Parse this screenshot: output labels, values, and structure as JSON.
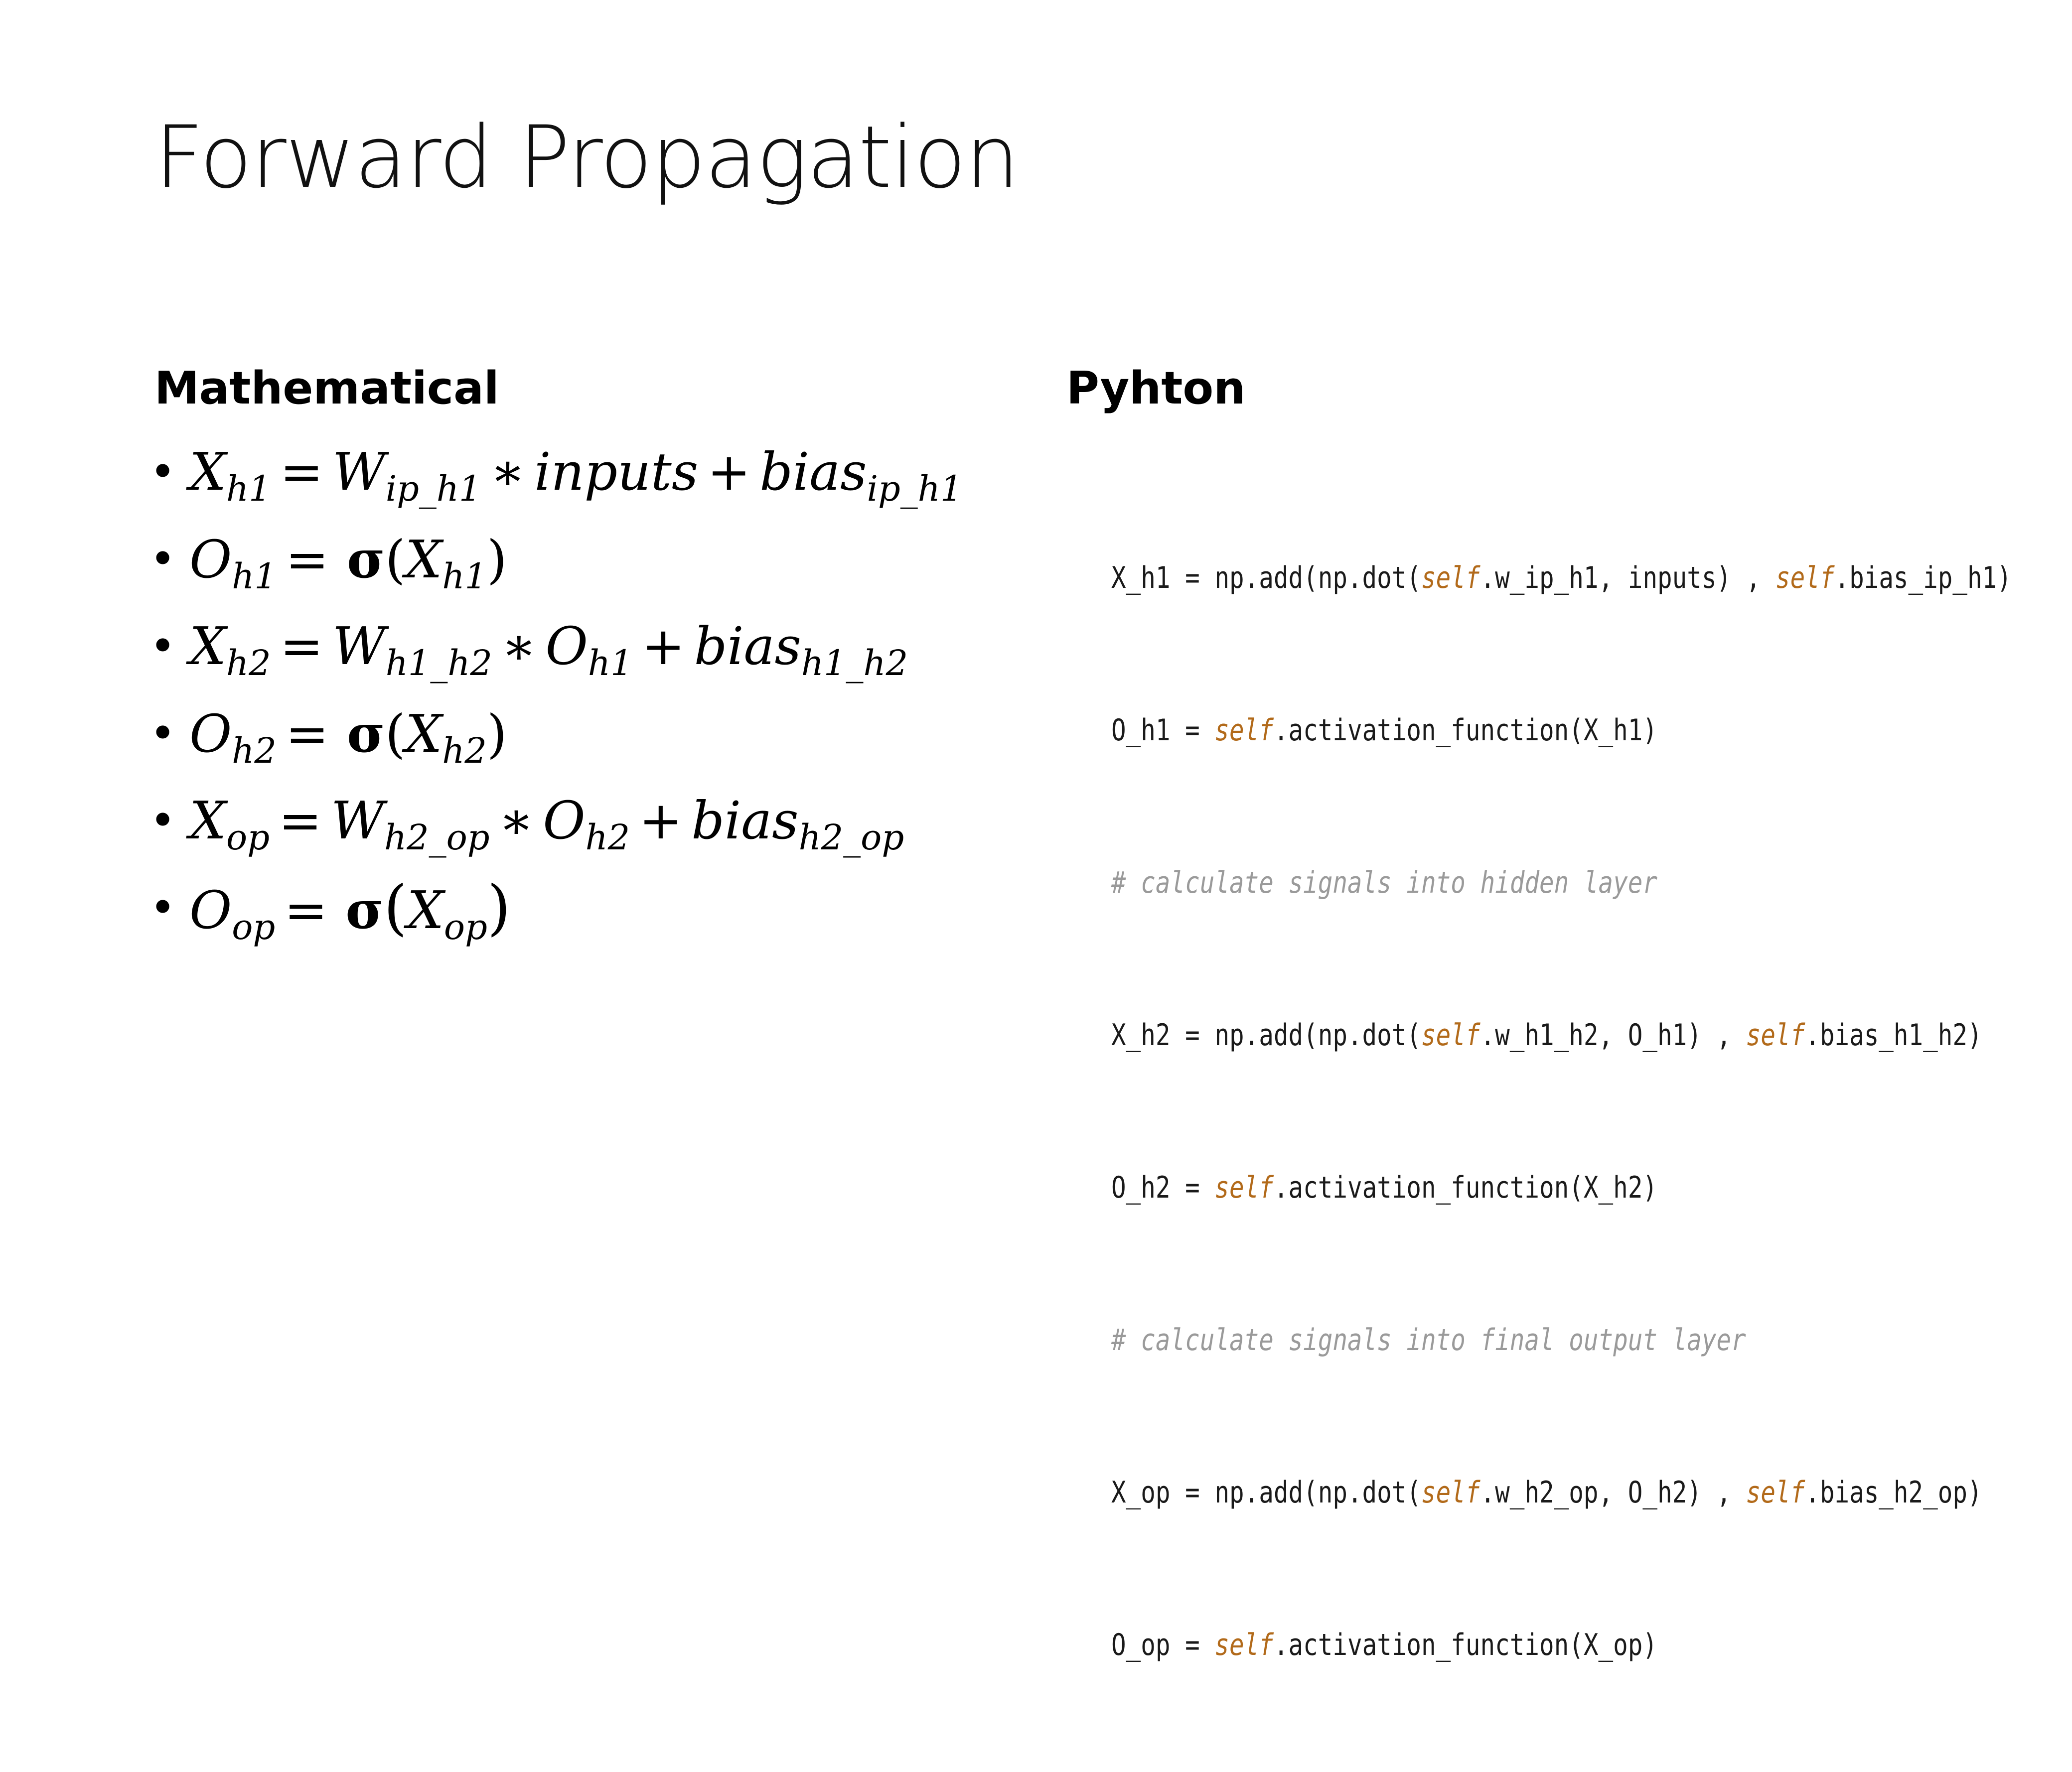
{
  "slide": {
    "title": "Forward Propagation"
  },
  "left_column": {
    "heading": "Mathematical",
    "equations": [
      {
        "lhs": "X",
        "lhs_sub": "h1",
        "eq": "=",
        "t1": "W",
        "t1_sub": "ip_h1",
        "op1": "∗",
        "t2": "inputs",
        "op2": "+",
        "t3": "bias",
        "t3_sub": "ip_h1"
      },
      {
        "lhs": "O",
        "lhs_sub": "h1",
        "eq": "=",
        "sigma": "σ",
        "arg": "X",
        "arg_sub": "h1"
      },
      {
        "lhs": "X",
        "lhs_sub": "h2",
        "eq": "=",
        "t1": "W",
        "t1_sub": "h1_h2",
        "op1": "∗",
        "t2": "O",
        "t2_sub": "h1",
        "op2": "+",
        "t3": "bias",
        "t3_sub": "h1_h2"
      },
      {
        "lhs": "O",
        "lhs_sub": "h2",
        "eq": "=",
        "sigma": "σ",
        "arg": "X",
        "arg_sub": "h2"
      },
      {
        "lhs": "X",
        "lhs_sub": "op",
        "eq": "=",
        "t1": "W",
        "t1_sub": "h2_op",
        "op1": "∗",
        "t2": "O",
        "t2_sub": "h2",
        "op2": "+",
        "t3": "bias",
        "t3_sub": "h2_op"
      },
      {
        "lhs": "O",
        "lhs_sub": "op",
        "eq": "=",
        "sigma": "σ",
        "arg": "X",
        "arg_sub": "op"
      }
    ]
  },
  "right_column": {
    "heading": "Pyhton",
    "code": [
      {
        "a": "X_h1 = np.add(np.dot(",
        "k1": "self",
        "b": ".w_ip_h1, inputs) , ",
        "k2": "self",
        "c": ".bias_ip_h1)"
      },
      {
        "a": "O_h1 = ",
        "k1": "self",
        "b": ".activation_function(X_h1)"
      },
      {
        "comment": "# calculate signals into hidden layer"
      },
      {
        "a": "X_h2 = np.add(np.dot(",
        "k1": "self",
        "b": ".w_h1_h2, O_h1) , ",
        "k2": "self",
        "c": ".bias_h1_h2)"
      },
      {
        "a": "O_h2 = ",
        "k1": "self",
        "b": ".activation_function(X_h2)"
      },
      {
        "comment": "# calculate signals into final output layer"
      },
      {
        "a": "X_op = np.add(np.dot(",
        "k1": "self",
        "b": ".w_h2_op, O_h2) , ",
        "k2": "self",
        "c": ".bias_h2_op)"
      },
      {
        "a": "O_op = ",
        "k1": "self",
        "b": ".activation_function(X_op)"
      }
    ],
    "colors": {
      "keyword": "#b26a1a",
      "comment": "#9a9a9a"
    }
  }
}
